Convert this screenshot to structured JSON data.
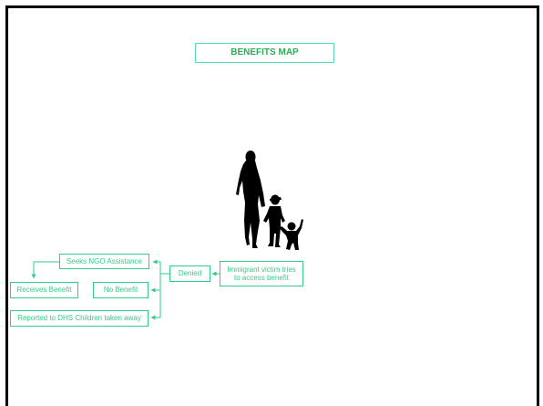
{
  "title": "BENEFITS MAP",
  "nodes": {
    "start": "Immigrant victim tries\nto access benefit",
    "denied": "Denied",
    "seeks_ngo": "Seeks NGO Assistance",
    "receives_benefit": "Receives Benefit",
    "no_benefit": "No Benefit",
    "reported": "Reported  to DHS Children taken away"
  },
  "colors": {
    "accent": "#33cc88",
    "title_text": "#33aa55",
    "frame": "#000000"
  },
  "icons": [
    "mother-and-children-silhouette-icon"
  ]
}
